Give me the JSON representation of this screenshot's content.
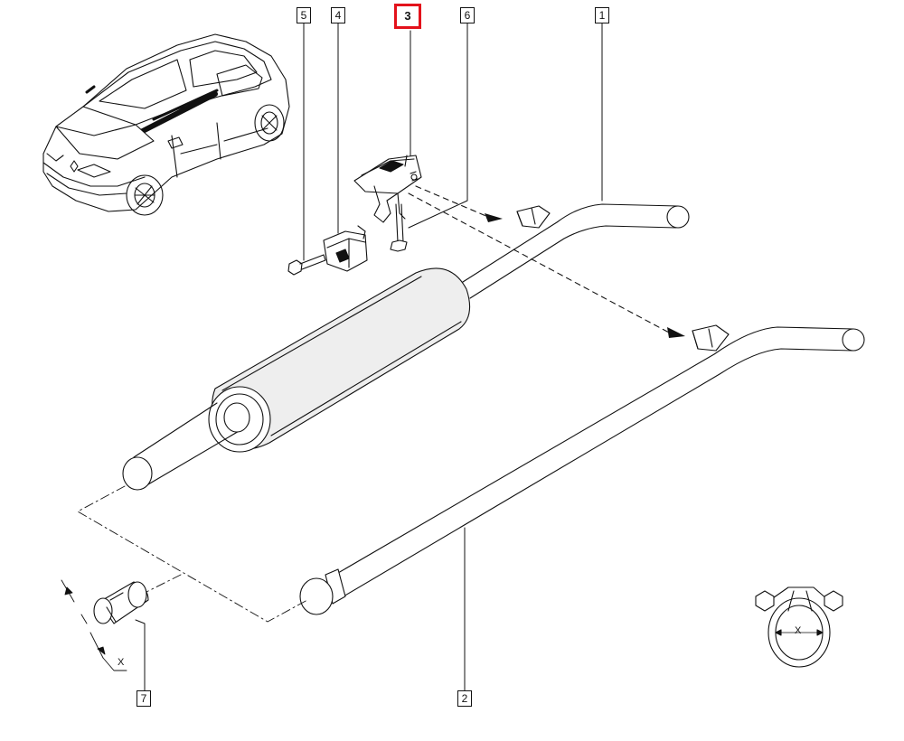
{
  "diagram": {
    "callouts": [
      {
        "id": "5",
        "label": "5"
      },
      {
        "id": "4",
        "label": "4"
      },
      {
        "id": "3",
        "label": "3",
        "selected": true
      },
      {
        "id": "6",
        "label": "6"
      },
      {
        "id": "1",
        "label": "1"
      },
      {
        "id": "7",
        "label": "7"
      },
      {
        "id": "2",
        "label": "2"
      }
    ],
    "dimension_label_sleeve": "X",
    "dimension_label_clamp": "X",
    "colors": {
      "line": "#111111",
      "fill": "#ffffff",
      "shade": "#e6e6e6",
      "highlight": "#e3121b"
    }
  }
}
